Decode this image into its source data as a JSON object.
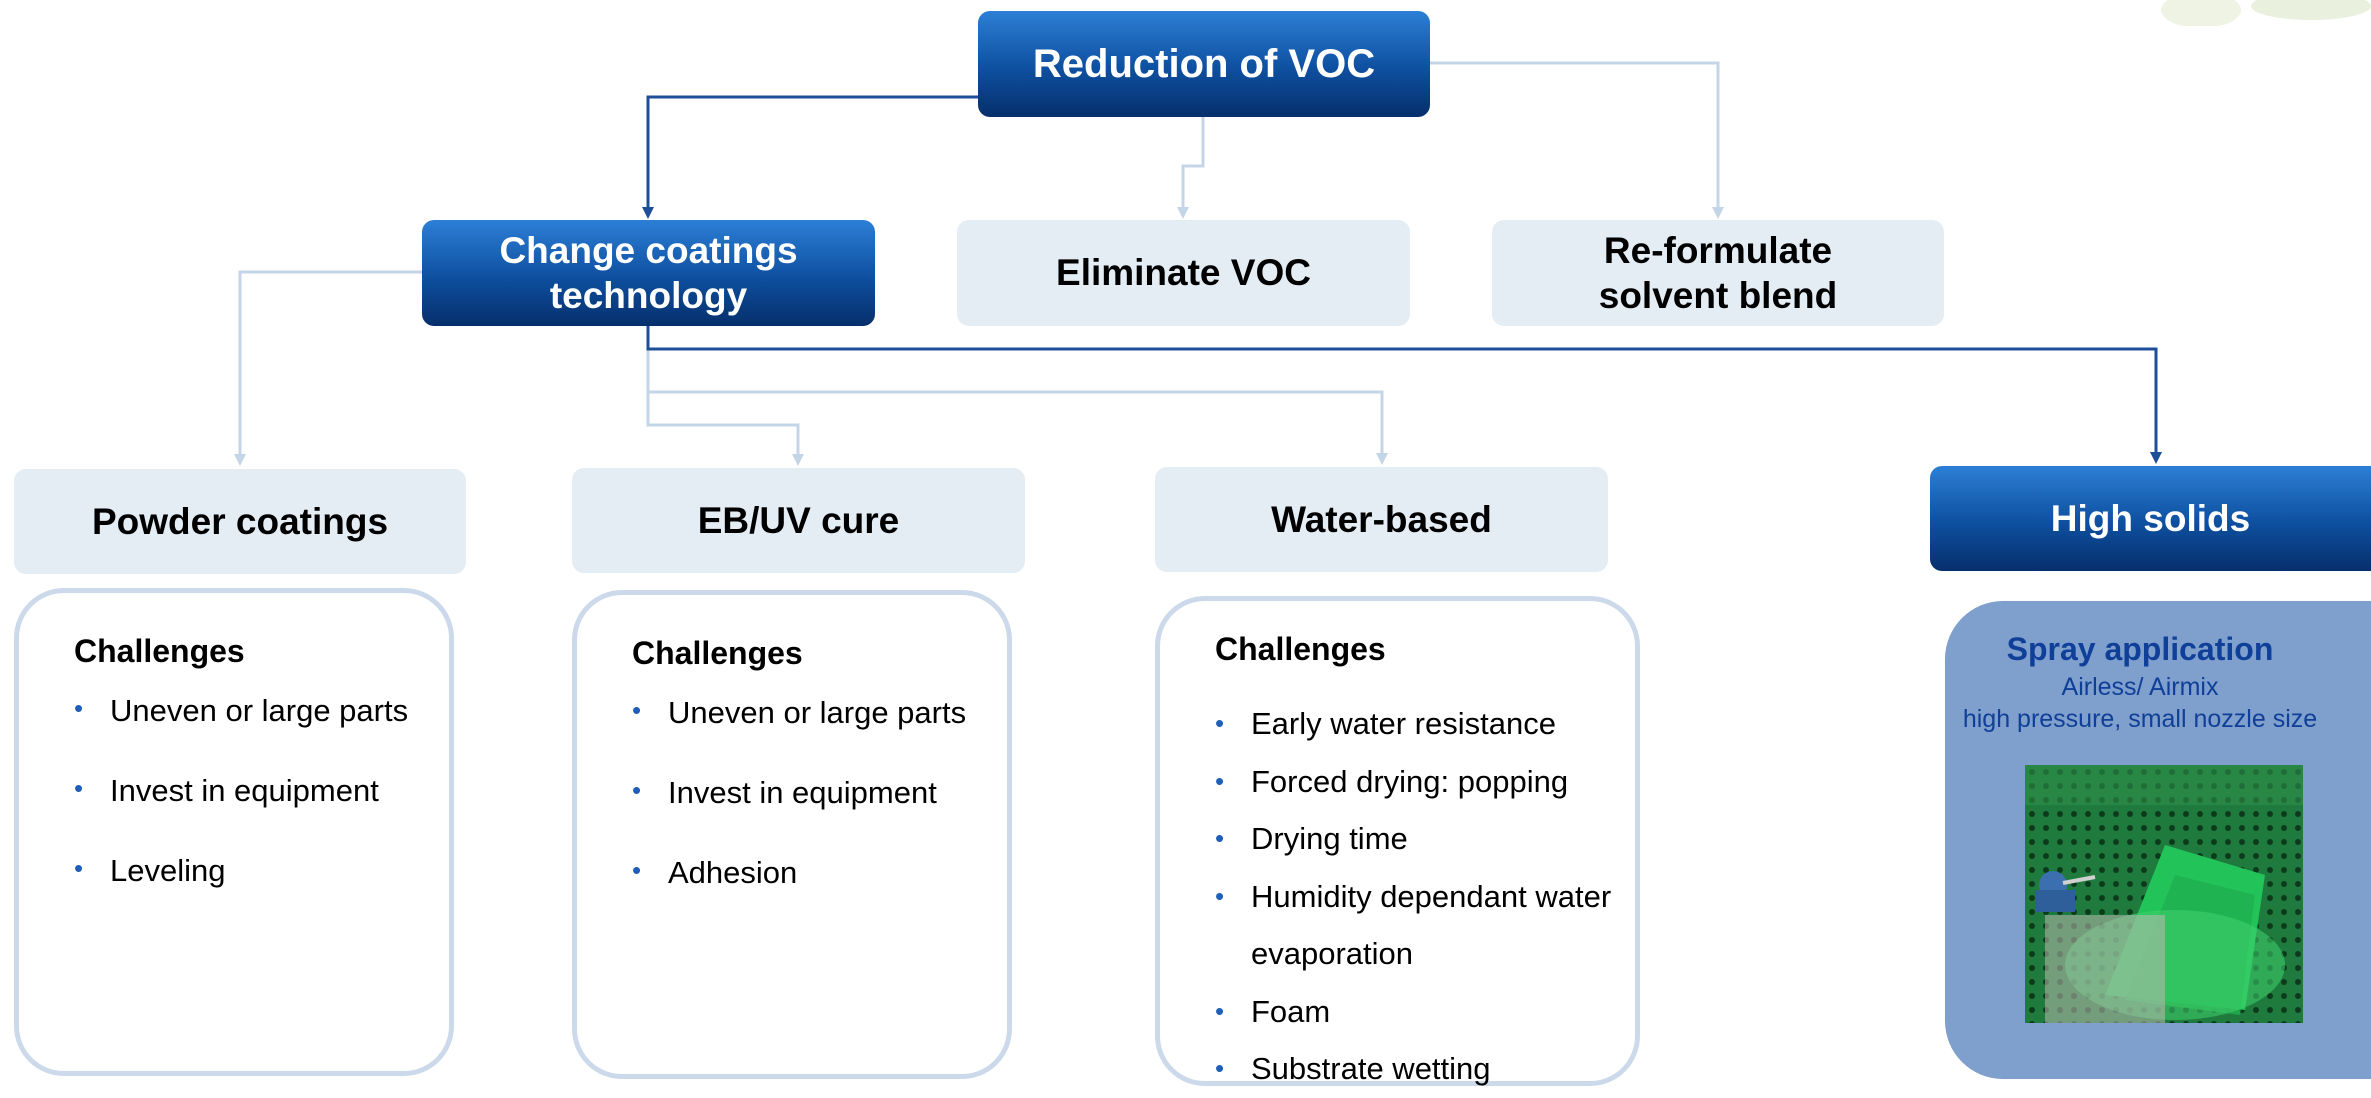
{
  "root": {
    "label": "Reduction of VOC"
  },
  "level1": [
    {
      "label_line1": "Change coatings",
      "label_line2": "technology"
    },
    {
      "label": "Eliminate VOC"
    },
    {
      "label_line1": "Re-formulate",
      "label_line2": "solvent blend"
    }
  ],
  "level2": [
    {
      "label": "Powder coatings",
      "challenges_title": "Challenges",
      "challenges": [
        "Uneven or large parts",
        "Invest in equipment",
        "Leveling"
      ]
    },
    {
      "label": "EB/UV cure",
      "challenges_title": "Challenges",
      "challenges": [
        "Uneven or large parts",
        "Invest in equipment",
        "Adhesion"
      ]
    },
    {
      "label": "Water-based",
      "challenges_title": "Challenges",
      "challenges": [
        "Early water resistance",
        "Forced drying: popping",
        "Drying time",
        "Humidity dependant water",
        "evaporation",
        "Foam",
        "Substrate wetting"
      ]
    },
    {
      "label": "High solids",
      "spray_title": "Spray application",
      "spray_line1": "Airless/ Airmix",
      "spray_line2": "high pressure, small nozzle size"
    }
  ],
  "colors": {
    "dark_box": "#0e4f9f",
    "light_box": "#e4ecf4",
    "panel_border": "#cbd9ea",
    "connector_dark": "#1f4e99",
    "connector_light": "#c5d5e8",
    "spray_panel": "#7f9fcc",
    "spray_text": "#0f3f98",
    "bullet": "#1f5fb8"
  },
  "icons": {
    "photo": "green-spray-painting-photo"
  }
}
